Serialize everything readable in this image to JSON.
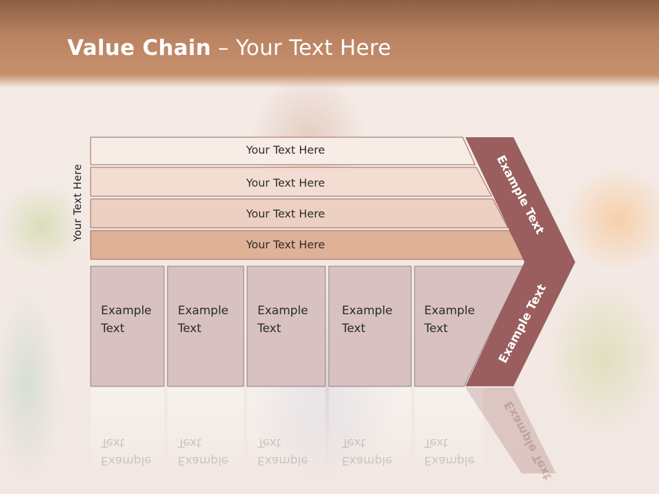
{
  "title": {
    "bold": "Value Chain",
    "rest": " – Your Text Here"
  },
  "vertical_label": "Your Text Here",
  "rows": [
    {
      "label": "Your Text Here"
    },
    {
      "label": "Your Text Here"
    },
    {
      "label": "Your Text Here"
    },
    {
      "label": "Your Text Here"
    }
  ],
  "cells": [
    {
      "label": "Example\nText"
    },
    {
      "label": "Example\nText"
    },
    {
      "label": "Example\nText"
    },
    {
      "label": "Example\nText"
    },
    {
      "label": "Example\nText"
    }
  ],
  "chevron": {
    "upper": "Example Text",
    "lower": "Example Text"
  },
  "colors": {
    "header": "#b98261",
    "row_fills": [
      "#f8ece6",
      "#f3ddd2",
      "#ecd0c2",
      "#dfb196"
    ],
    "cell_fill": "#d7c1c1",
    "chevron": "#9a5e5e"
  }
}
